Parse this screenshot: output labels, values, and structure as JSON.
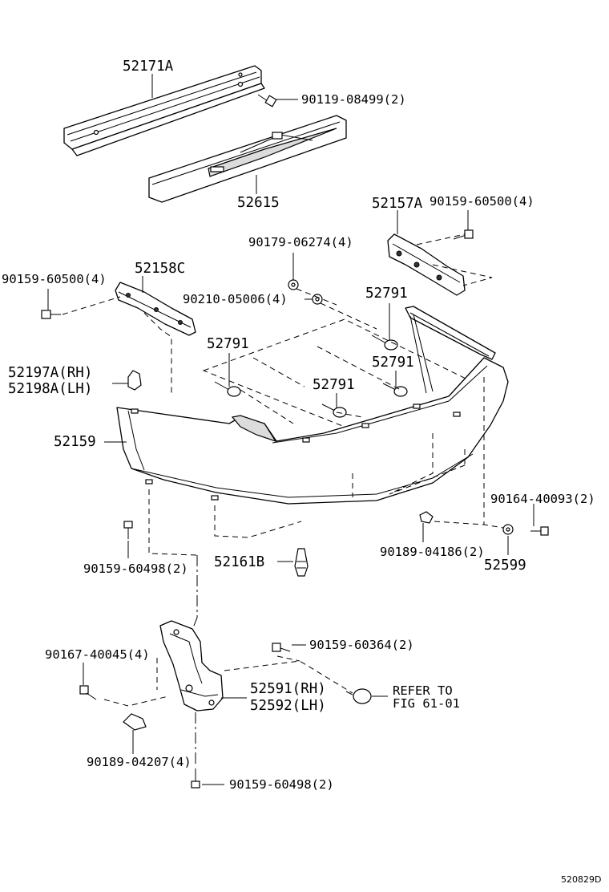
{
  "figure_id": "520829D",
  "labels": {
    "reinforcement": "52171A",
    "bolt_reinforcement": "90119-08499(2)",
    "absorber": "52615",
    "retainer_rh": "52157A",
    "bolt_retainer_rh": "90159-60500(4)",
    "nut_90179": "90179-06274(4)",
    "clip_90210": "90210-05006(4)",
    "retainer_lh": "52158C",
    "bolt_retainer_lh": "90159-60500(4)",
    "clip_52791_a": "52791",
    "clip_52791_b": "52791",
    "clip_52791_c": "52791",
    "clip_52791_d": "52791",
    "support_rh": "52197A(RH)",
    "support_lh": "52198A(LH)",
    "bumper_cover": "52159",
    "screw_90164": "90164-40093(2)",
    "clip_90189_a": "90189-04186(2)",
    "grommet": "52599",
    "retainer_52161b": "52161B",
    "screw_90159_60498_top": "90159-60498(2)",
    "screw_90159_60364": "90159-60364(2)",
    "screw_90167": "90167-40045(4)",
    "bracket_rh": "52591(RH)",
    "bracket_lh": "52592(LH)",
    "refer_line1": "REFER TO",
    "refer_line2": "FIG 61-01",
    "clip_90189_b": "90189-04207(4)",
    "screw_90159_60498_bottom": "90159-60498(2)"
  }
}
